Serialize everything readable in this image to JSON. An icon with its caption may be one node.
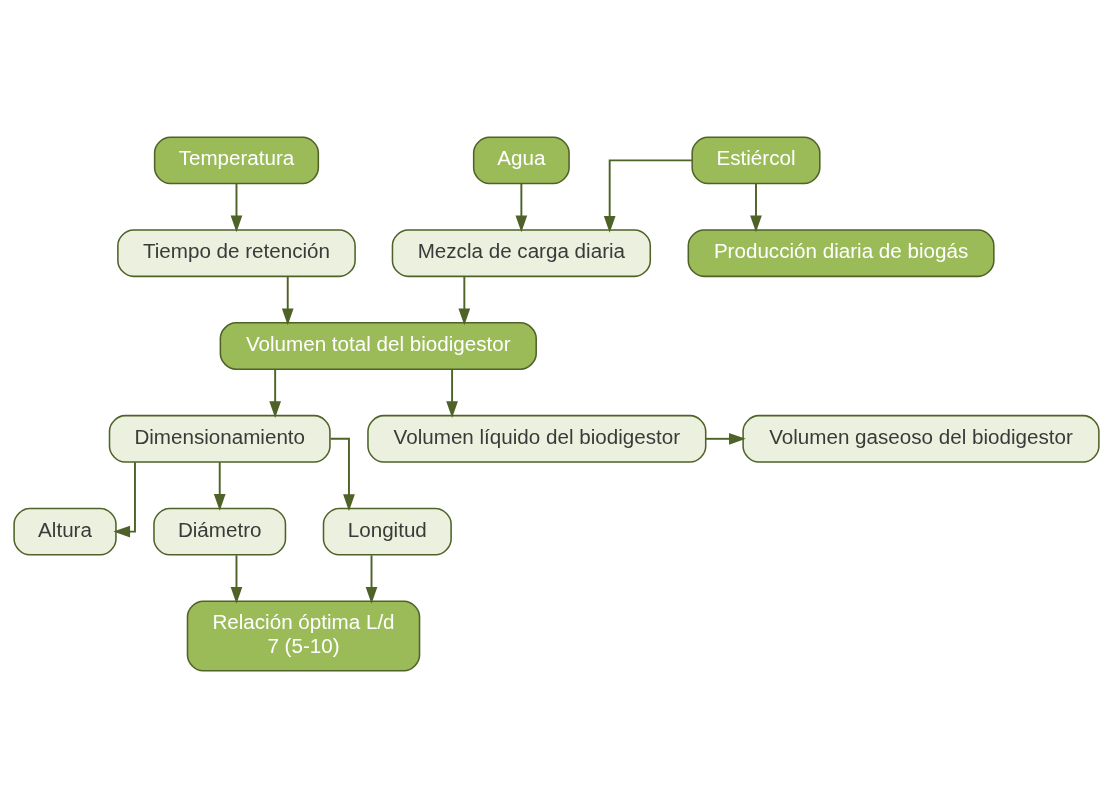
{
  "diagram": {
    "nodes": [
      {
        "text": [
          "Temperatura"
        ]
      },
      {
        "text": [
          "Agua"
        ]
      },
      {
        "text": [
          "Estiércol"
        ]
      },
      {
        "text": [
          "Tiempo de retención"
        ]
      },
      {
        "text": [
          "Mezcla de carga diaria"
        ]
      },
      {
        "text": [
          "Producción diaria de biogás"
        ]
      },
      {
        "text": [
          "Volumen total del biodigestor"
        ]
      },
      {
        "text": [
          "Dimensionamiento"
        ]
      },
      {
        "text": [
          "Volumen líquido del biodigestor"
        ]
      },
      {
        "text": [
          "Volumen gaseoso del biodigestor"
        ]
      },
      {
        "text": [
          "Altura"
        ]
      },
      {
        "text": [
          "Diámetro"
        ]
      },
      {
        "text": [
          "Longitud"
        ]
      },
      {
        "text": [
          "Relación óptima L/d",
          "7 (5-10)"
        ]
      }
    ],
    "edges": [
      {
        "from": 0,
        "to": 3,
        "arrow": "to"
      },
      {
        "from": 1,
        "to": 4,
        "arrow": "to"
      },
      {
        "from": 2,
        "to": 4,
        "arrow": "to"
      },
      {
        "from": 2,
        "to": 5,
        "arrow": "to"
      },
      {
        "from": 3,
        "to": 6,
        "arrow": "to"
      },
      {
        "from": 4,
        "to": 6,
        "arrow": "to"
      },
      {
        "from": 6,
        "to": 7,
        "arrow": "to"
      },
      {
        "from": 6,
        "to": 8,
        "arrow": "to"
      },
      {
        "from": 8,
        "to": 9,
        "arrow": "to"
      },
      {
        "from": 7,
        "to": 10,
        "arrow": "to"
      },
      {
        "from": 7,
        "to": 11,
        "arrow": "to"
      },
      {
        "from": 7,
        "to": 12,
        "arrow": "to"
      },
      {
        "from": 11,
        "to": 13,
        "arrow": "to"
      },
      {
        "from": 12,
        "to": 13,
        "arrow": "to"
      }
    ]
  }
}
